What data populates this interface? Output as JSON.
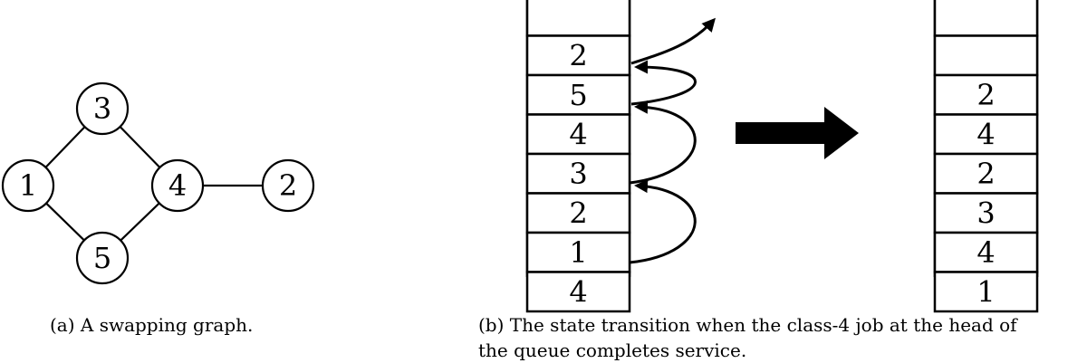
{
  "graph": {
    "nodes": [
      "3",
      "1",
      "4",
      "2",
      "5"
    ],
    "edges": [
      [
        "1",
        "3"
      ],
      [
        "3",
        "4"
      ],
      [
        "1",
        "5"
      ],
      [
        "5",
        "4"
      ],
      [
        "4",
        "2"
      ]
    ]
  },
  "queue_before": [
    "",
    "2",
    "5",
    "4",
    "3",
    "2",
    "1",
    "4"
  ],
  "queue_after": [
    "",
    "",
    "2",
    "4",
    "2",
    "3",
    "4",
    "1"
  ],
  "captions": {
    "a": "(a) A swapping graph.",
    "b": "(b) The state transition when the class-4 job at the head of\nthe queue completes service."
  }
}
